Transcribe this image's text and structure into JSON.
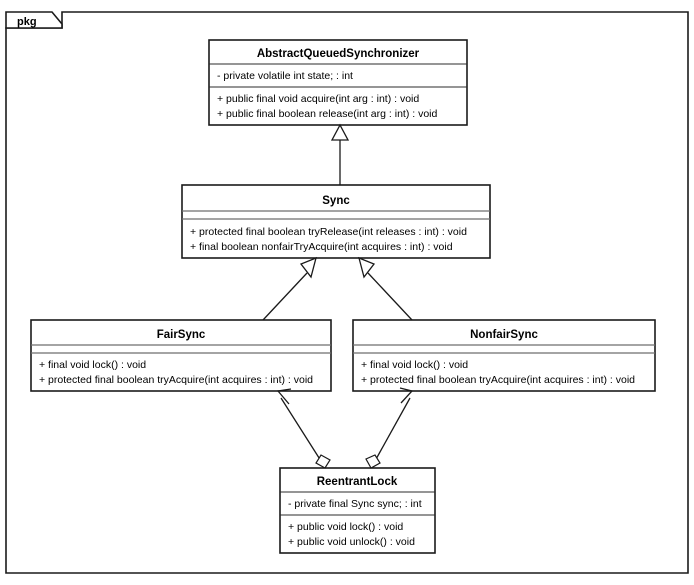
{
  "package": {
    "label": "pkg"
  },
  "diagram": {
    "type": "uml-class-diagram",
    "classes": [
      {
        "id": "abstract-queued-synchronizer",
        "name": "AbstractQueuedSynchronizer",
        "attributes": [
          "- private volatile int state; : int"
        ],
        "operations": [
          "+ public final void acquire(int arg : int) : void",
          "+ public final boolean release(int arg : int) : void"
        ]
      },
      {
        "id": "sync",
        "name": "Sync",
        "attributes": [],
        "operations": [
          "+ protected final boolean tryRelease(int releases : int) : void",
          "+ final boolean nonfairTryAcquire(int acquires : int) : void"
        ]
      },
      {
        "id": "fair-sync",
        "name": "FairSync",
        "attributes": [],
        "operations": [
          "+ final void lock() : void",
          "+ protected final boolean tryAcquire(int acquires : int) : void"
        ]
      },
      {
        "id": "nonfair-sync",
        "name": "NonfairSync",
        "attributes": [],
        "operations": [
          "+ final void lock() : void",
          "+ protected final boolean tryAcquire(int acquires : int) : void"
        ]
      },
      {
        "id": "reentrant-lock",
        "name": "ReentrantLock",
        "attributes": [
          "- private final Sync sync; : int"
        ],
        "operations": [
          "+ public void lock() : void",
          "+ public void unlock() : void"
        ]
      }
    ],
    "relationships": [
      {
        "id": "gen-sync-aqs",
        "kind": "generalization",
        "from": "sync",
        "to": "abstract-queued-synchronizer"
      },
      {
        "id": "gen-fairsync-sync",
        "kind": "generalization",
        "from": "fair-sync",
        "to": "sync"
      },
      {
        "id": "gen-nonfairsync-sync",
        "kind": "generalization",
        "from": "nonfair-sync",
        "to": "sync"
      },
      {
        "id": "agg-reentrantlock-fairsync",
        "kind": "aggregation",
        "from": "reentrant-lock",
        "to": "fair-sync"
      },
      {
        "id": "agg-reentrantlock-nonfairsync",
        "kind": "aggregation",
        "from": "reentrant-lock",
        "to": "nonfair-sync"
      }
    ]
  },
  "colors": {
    "border": "#1a1a1a",
    "fill": "#ffffff",
    "compartment_rule": "#6e6e6e",
    "text": "#000000"
  }
}
